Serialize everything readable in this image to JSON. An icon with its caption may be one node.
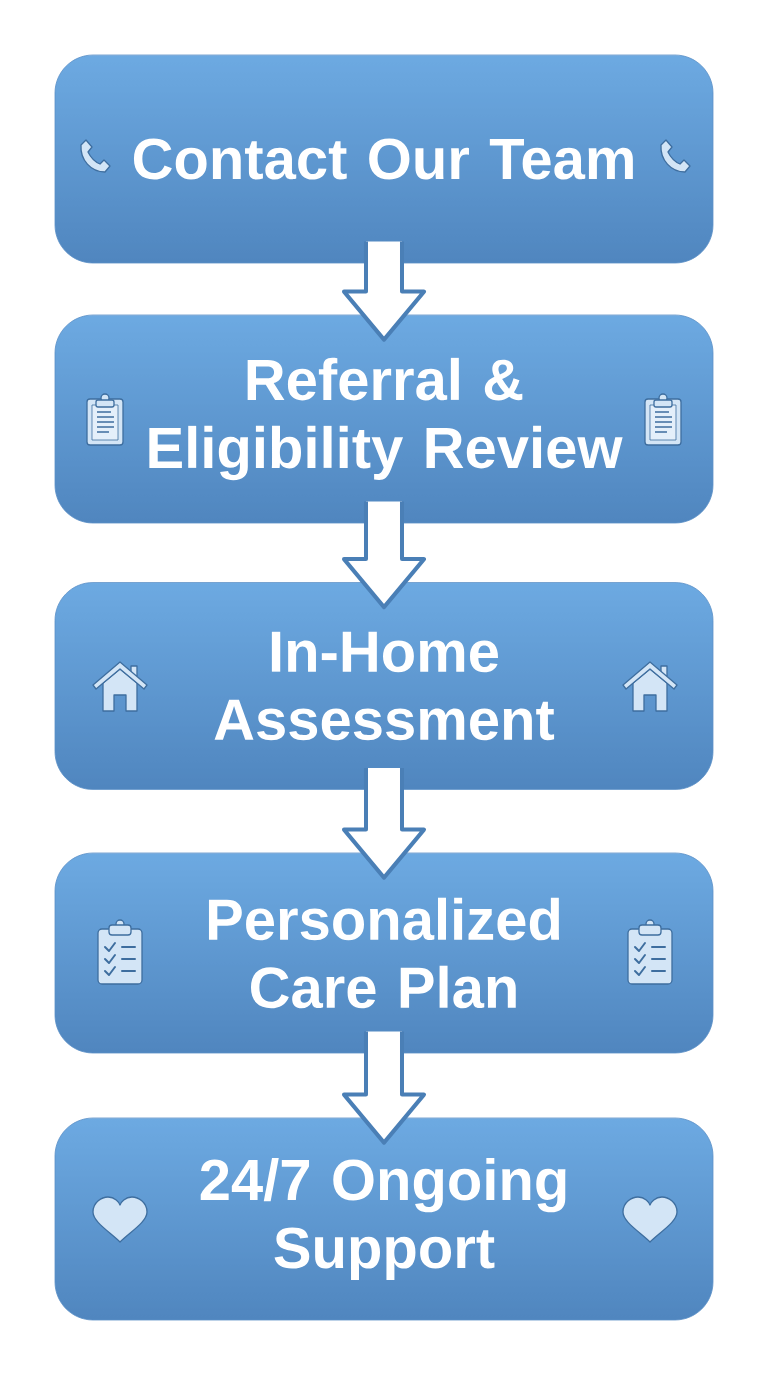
{
  "diagram": {
    "nodes": [
      {
        "text": [
          "Contact Our Team"
        ]
      },
      {
        "text": [
          "Referral & Eligibility Review"
        ]
      },
      {
        "text": [
          "In-Home Assessment"
        ]
      },
      {
        "text": [
          "Personalized Care Plan"
        ]
      },
      {
        "text": [
          "24/7 Ongoing Support"
        ]
      }
    ],
    "edges": [
      {
        "from": 0,
        "to": 1,
        "arrow": "to"
      },
      {
        "from": 1,
        "to": 2,
        "arrow": "to"
      },
      {
        "from": 2,
        "to": 3,
        "arrow": "to"
      },
      {
        "from": 3,
        "to": 4,
        "arrow": "to"
      }
    ]
  }
}
